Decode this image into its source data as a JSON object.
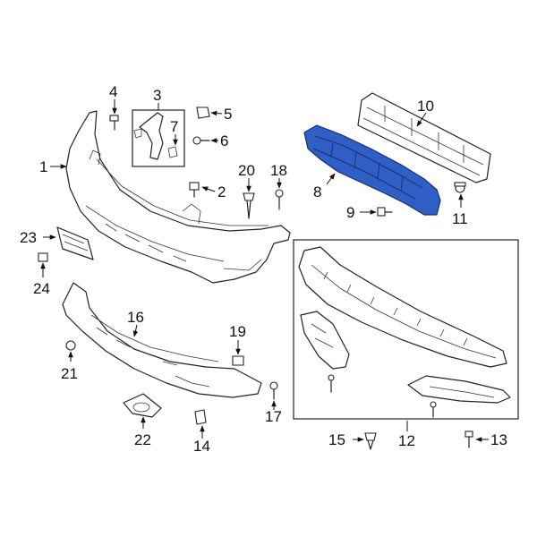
{
  "callouts": {
    "c1": "1",
    "c2": "2",
    "c3": "3",
    "c4": "4",
    "c5": "5",
    "c6": "6",
    "c7": "7",
    "c8": "8",
    "c9": "9",
    "c10": "10",
    "c11": "11",
    "c12": "12",
    "c13": "13",
    "c14": "14",
    "c15": "15",
    "c16": "16",
    "c17": "17",
    "c18": "18",
    "c19": "19",
    "c20": "20",
    "c21": "21",
    "c22": "22",
    "c23": "23",
    "c24": "24"
  },
  "colors": {
    "highlight": "#2f5fc4",
    "line": "#222222"
  }
}
